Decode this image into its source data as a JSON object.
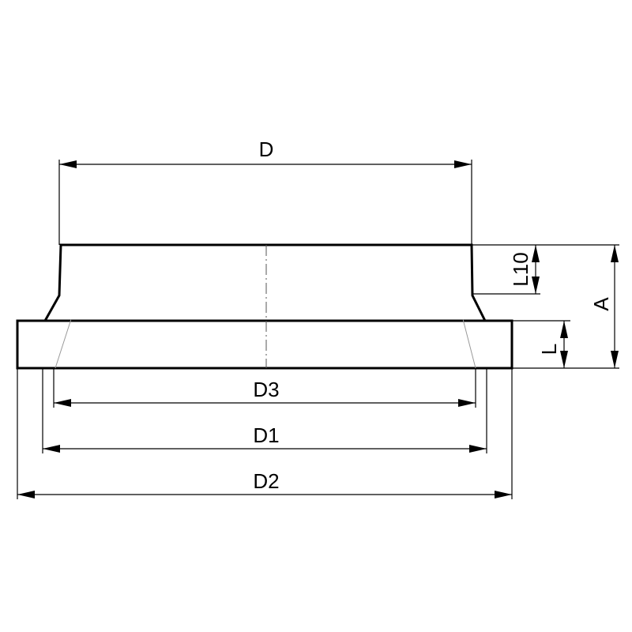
{
  "labels": {
    "D": "D",
    "D1": "D1",
    "D2": "D2",
    "D3": "D3",
    "A": "A",
    "L": "L",
    "L10": "L10"
  }
}
